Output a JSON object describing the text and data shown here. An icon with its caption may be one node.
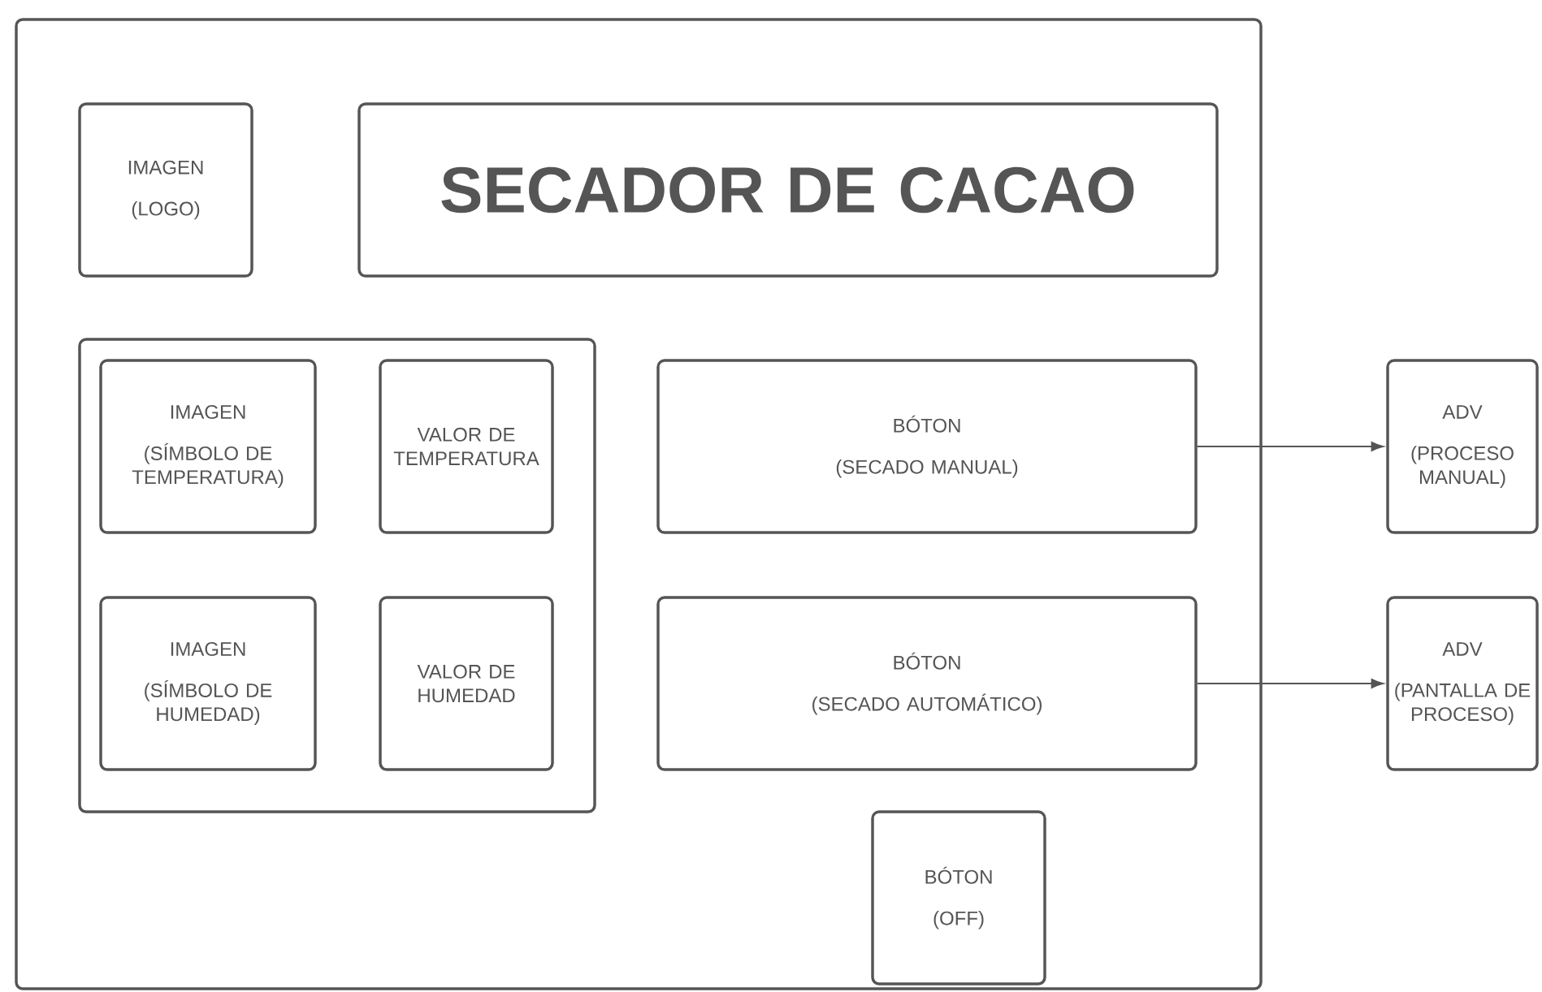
{
  "diagram": {
    "nodes": [
      {
        "text": [],
        "shape": "box"
      },
      {
        "text": [
          "IMAGEN",
          "(LOGO)"
        ],
        "in": 0
      },
      {
        "text": [
          "SECADOR DE CACAO"
        ],
        "in": 0
      },
      {
        "text": [],
        "shape": "box",
        "in": 0
      },
      {
        "text": [
          "IMAGEN",
          "(SÍMBOLO DE TEMPERATURA)"
        ],
        "in": 3
      },
      {
        "text": [
          "VALOR DE TEMPERATURA"
        ],
        "in": 3
      },
      {
        "text": [
          "IMAGEN",
          "(SÍMBOLO DE HUMEDAD)"
        ],
        "in": 3
      },
      {
        "text": [
          "VALOR DE HUMEDAD"
        ],
        "in": 3
      },
      {
        "text": [
          "BÓTON",
          "(SECADO MANUAL)"
        ],
        "in": 0
      },
      {
        "text": [
          "BÓTON",
          "(SECADO AUTOMÁTICO)"
        ],
        "in": 0
      },
      {
        "text": [
          "BÓTON",
          "(OFF)"
        ],
        "in": 0
      },
      {
        "text": [
          "ADV",
          "(PROCESO MANUAL)"
        ]
      },
      {
        "text": [
          "ADV",
          "(PANTALLA DE PROCESO)"
        ]
      }
    ],
    "edges": [
      {
        "from": 8,
        "to": 11,
        "arrow": "to"
      },
      {
        "from": 9,
        "to": 12,
        "arrow": "to"
      }
    ]
  }
}
